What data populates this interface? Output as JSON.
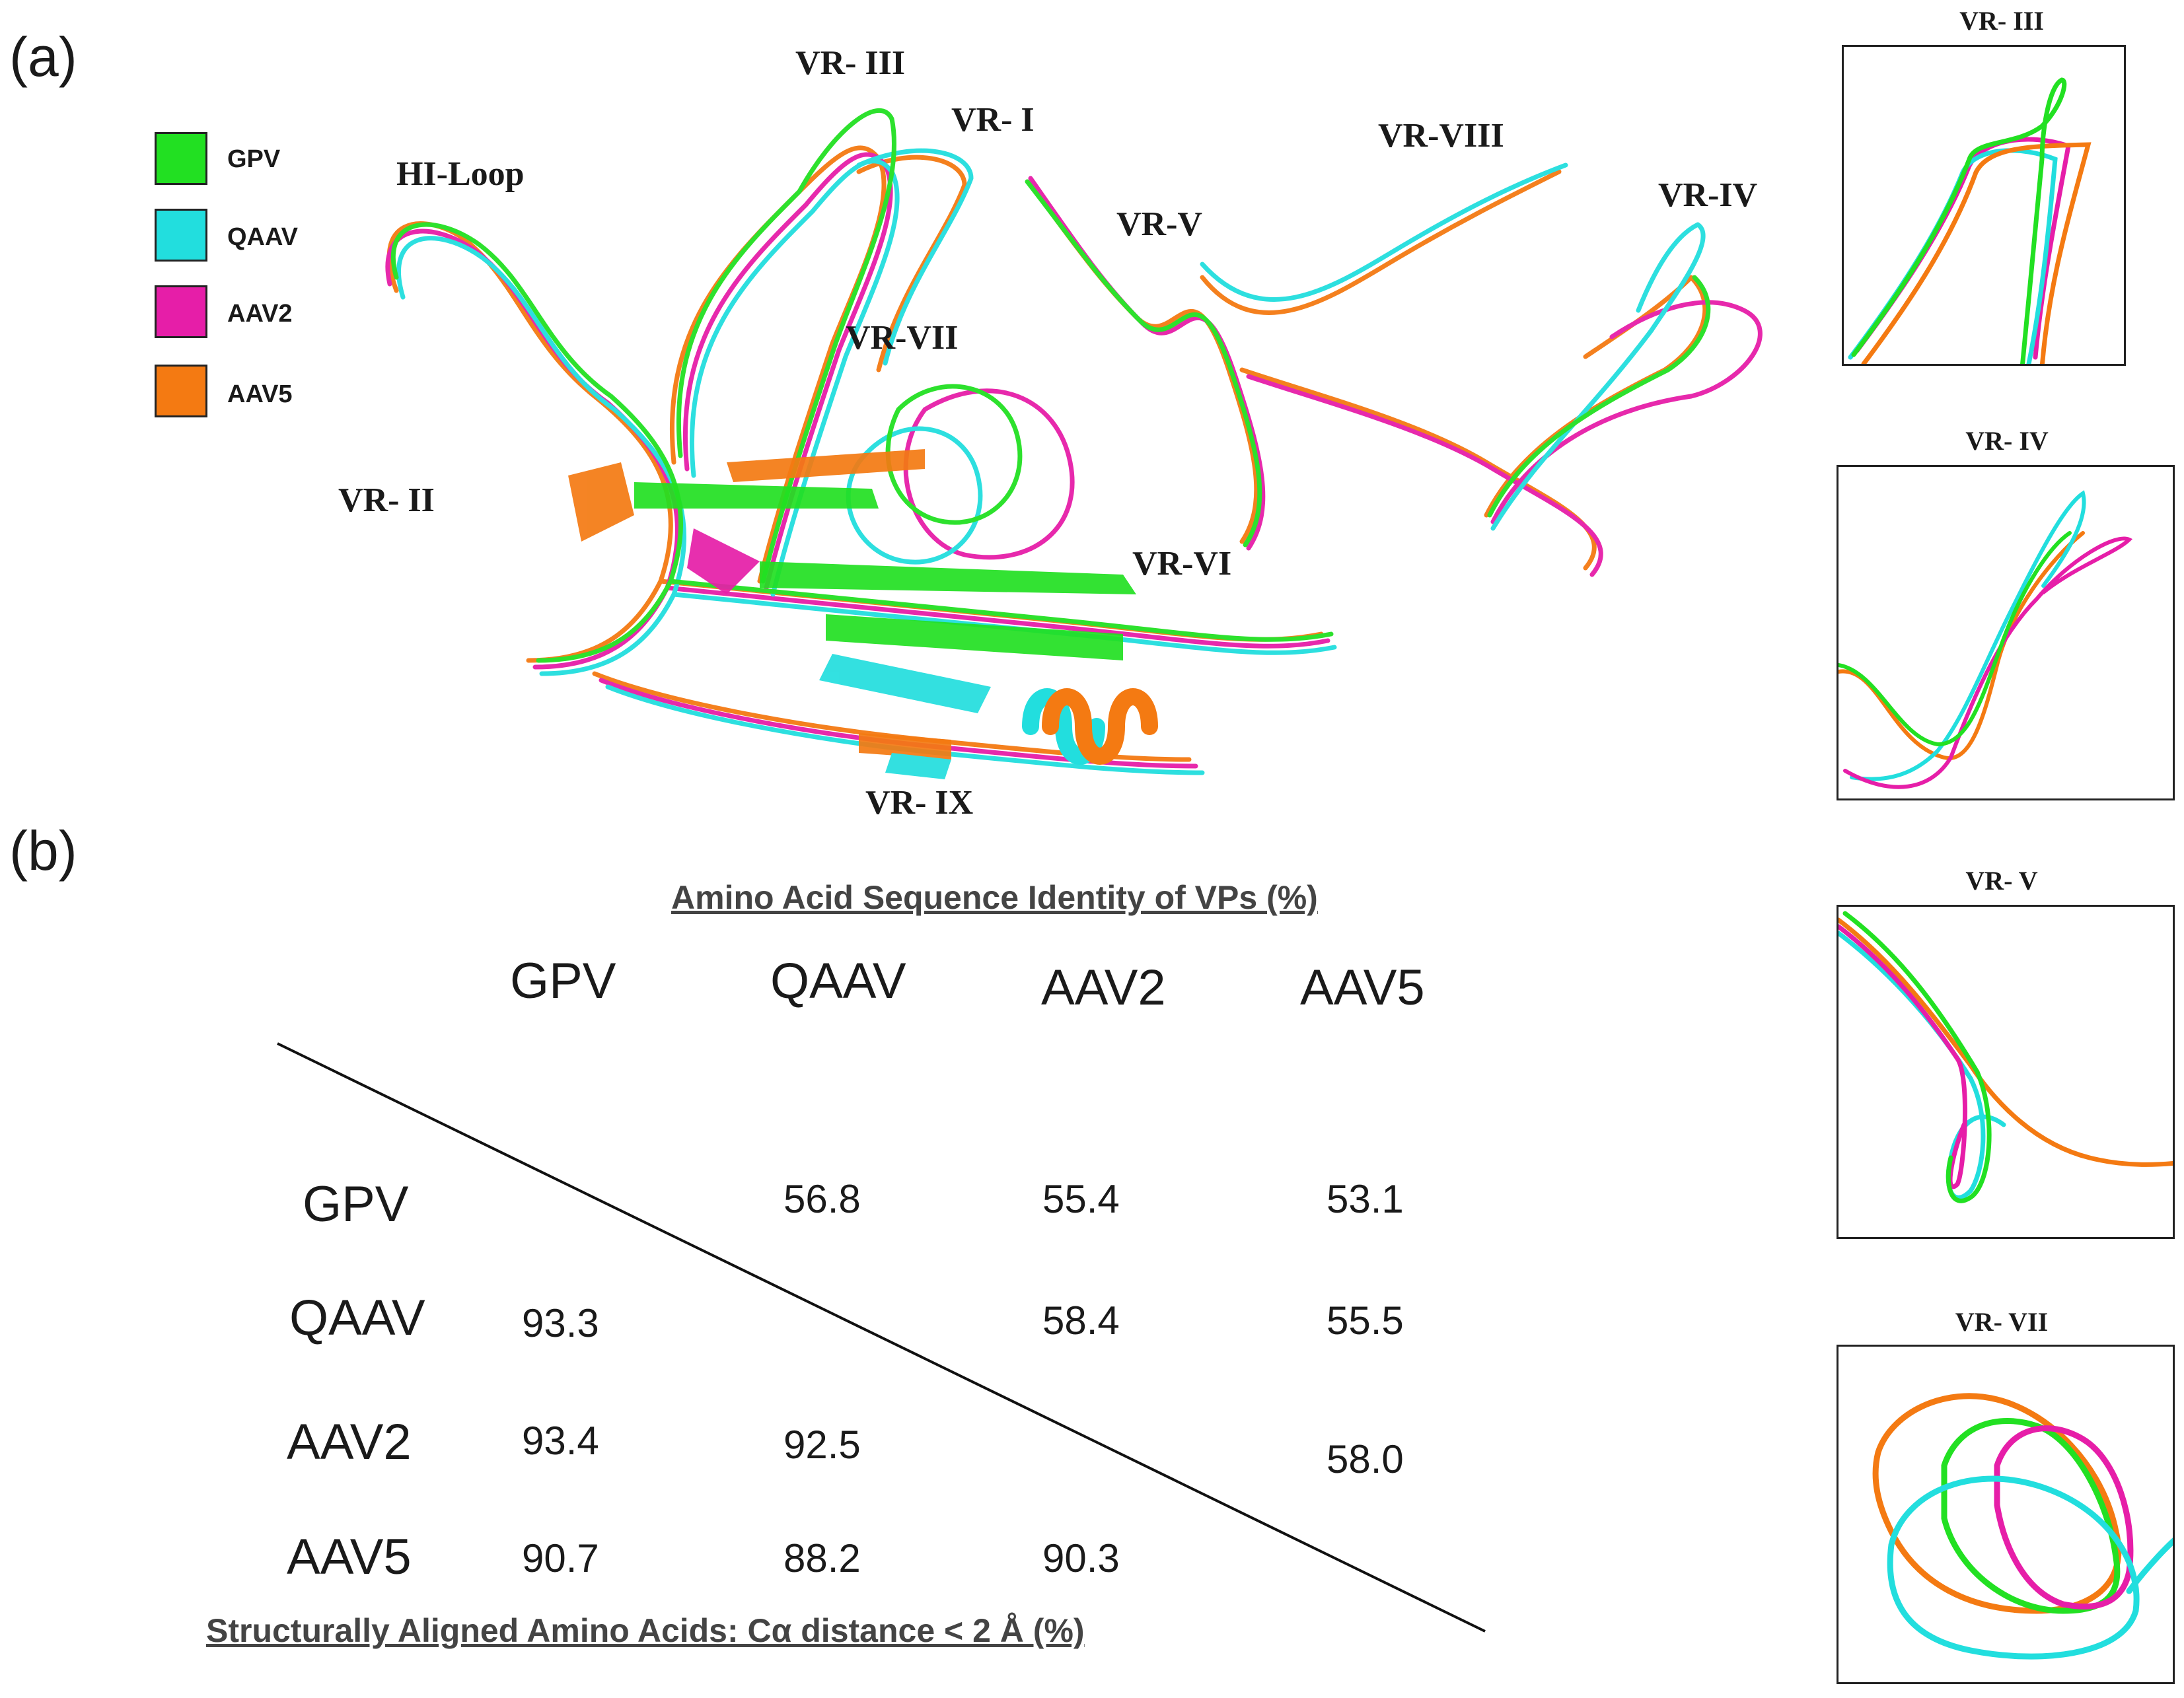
{
  "panels": {
    "a": "(a)",
    "b": "(b)"
  },
  "legend": [
    {
      "label": "GPV",
      "color": "#22e022"
    },
    {
      "label": "QAAV",
      "color": "#22dede"
    },
    {
      "label": "AAV2",
      "color": "#e61ea8"
    },
    {
      "label": "AAV5",
      "color": "#f47a12"
    }
  ],
  "structure_labels": {
    "hi_loop": "HI-Loop",
    "vr_i": "VR- I",
    "vr_ii": "VR- II",
    "vr_iii": "VR- III",
    "vr_iv": "VR-IV",
    "vr_v": "VR-V",
    "vr_vi": "VR-VI",
    "vr_vii": "VR-VII",
    "vr_viii": "VR-VIII",
    "vr_ix": "VR- IX"
  },
  "insets": [
    {
      "title": "VR- III"
    },
    {
      "title": "VR- IV"
    },
    {
      "title": "VR- V"
    },
    {
      "title": "VR- VII"
    }
  ],
  "table": {
    "upper_title": "Amino Acid Sequence Identity of VPs (%)",
    "lower_title": "Structurally Aligned Amino Acids: Cα distance < 2 Å (%)",
    "columns": [
      "GPV",
      "QAAV",
      "AAV2",
      "AAV5"
    ],
    "rows": [
      "GPV",
      "QAAV",
      "AAV2",
      "AAV5"
    ],
    "cells": {
      "gpv_qaav": "56.8",
      "gpv_aav2": "55.4",
      "gpv_aav5": "53.1",
      "qaav_gpv": "93.3",
      "qaav_aav2": "58.4",
      "qaav_aav5": "55.5",
      "aav2_gpv": "93.4",
      "aav2_qaav": "92.5",
      "aav2_aav5": "58.0",
      "aav5_gpv": "90.7",
      "aav5_qaav": "88.2",
      "aav5_aav2": "90.3"
    }
  }
}
